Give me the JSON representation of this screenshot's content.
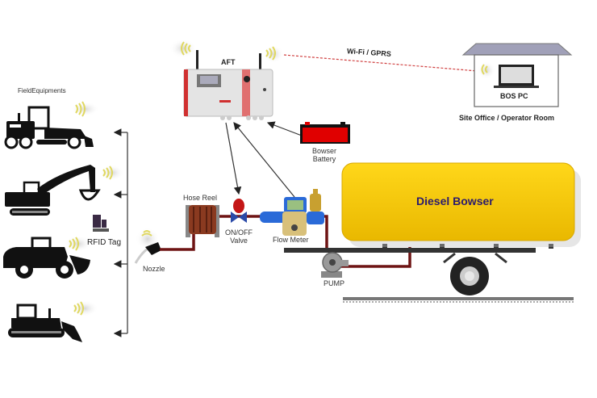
{
  "diagram": {
    "field_equipments_label": "FieldEquipments",
    "rfid_tag_label": "RFID Tag",
    "nozzle_label": "Nozzle",
    "hose_reel_label": "Hose Reel",
    "valve_label_line1": "ON/OFF",
    "valve_label_line2": "Valve",
    "flow_meter_label": "Flow Meter",
    "pump_label": "PUMP",
    "aft_label": "AFT",
    "battery_label_line1": "Bowser",
    "battery_label_line2": "Battery",
    "tank_label": "Diesel Bowser",
    "link_label": "Wi-Fi / GPRS",
    "pc_label": "BOS PC",
    "office_label": "Site Office / Operator Room",
    "equipment": [
      "Motor Grader",
      "Excavator",
      "Wheel Loader",
      "Bulldozer"
    ],
    "colors": {
      "tank": "#F5C800",
      "tank_text": "#2a1a6e",
      "pipe": "#6e1414",
      "battery": "#e00000",
      "wifi": "#e8e070",
      "link": "#d04040"
    }
  }
}
